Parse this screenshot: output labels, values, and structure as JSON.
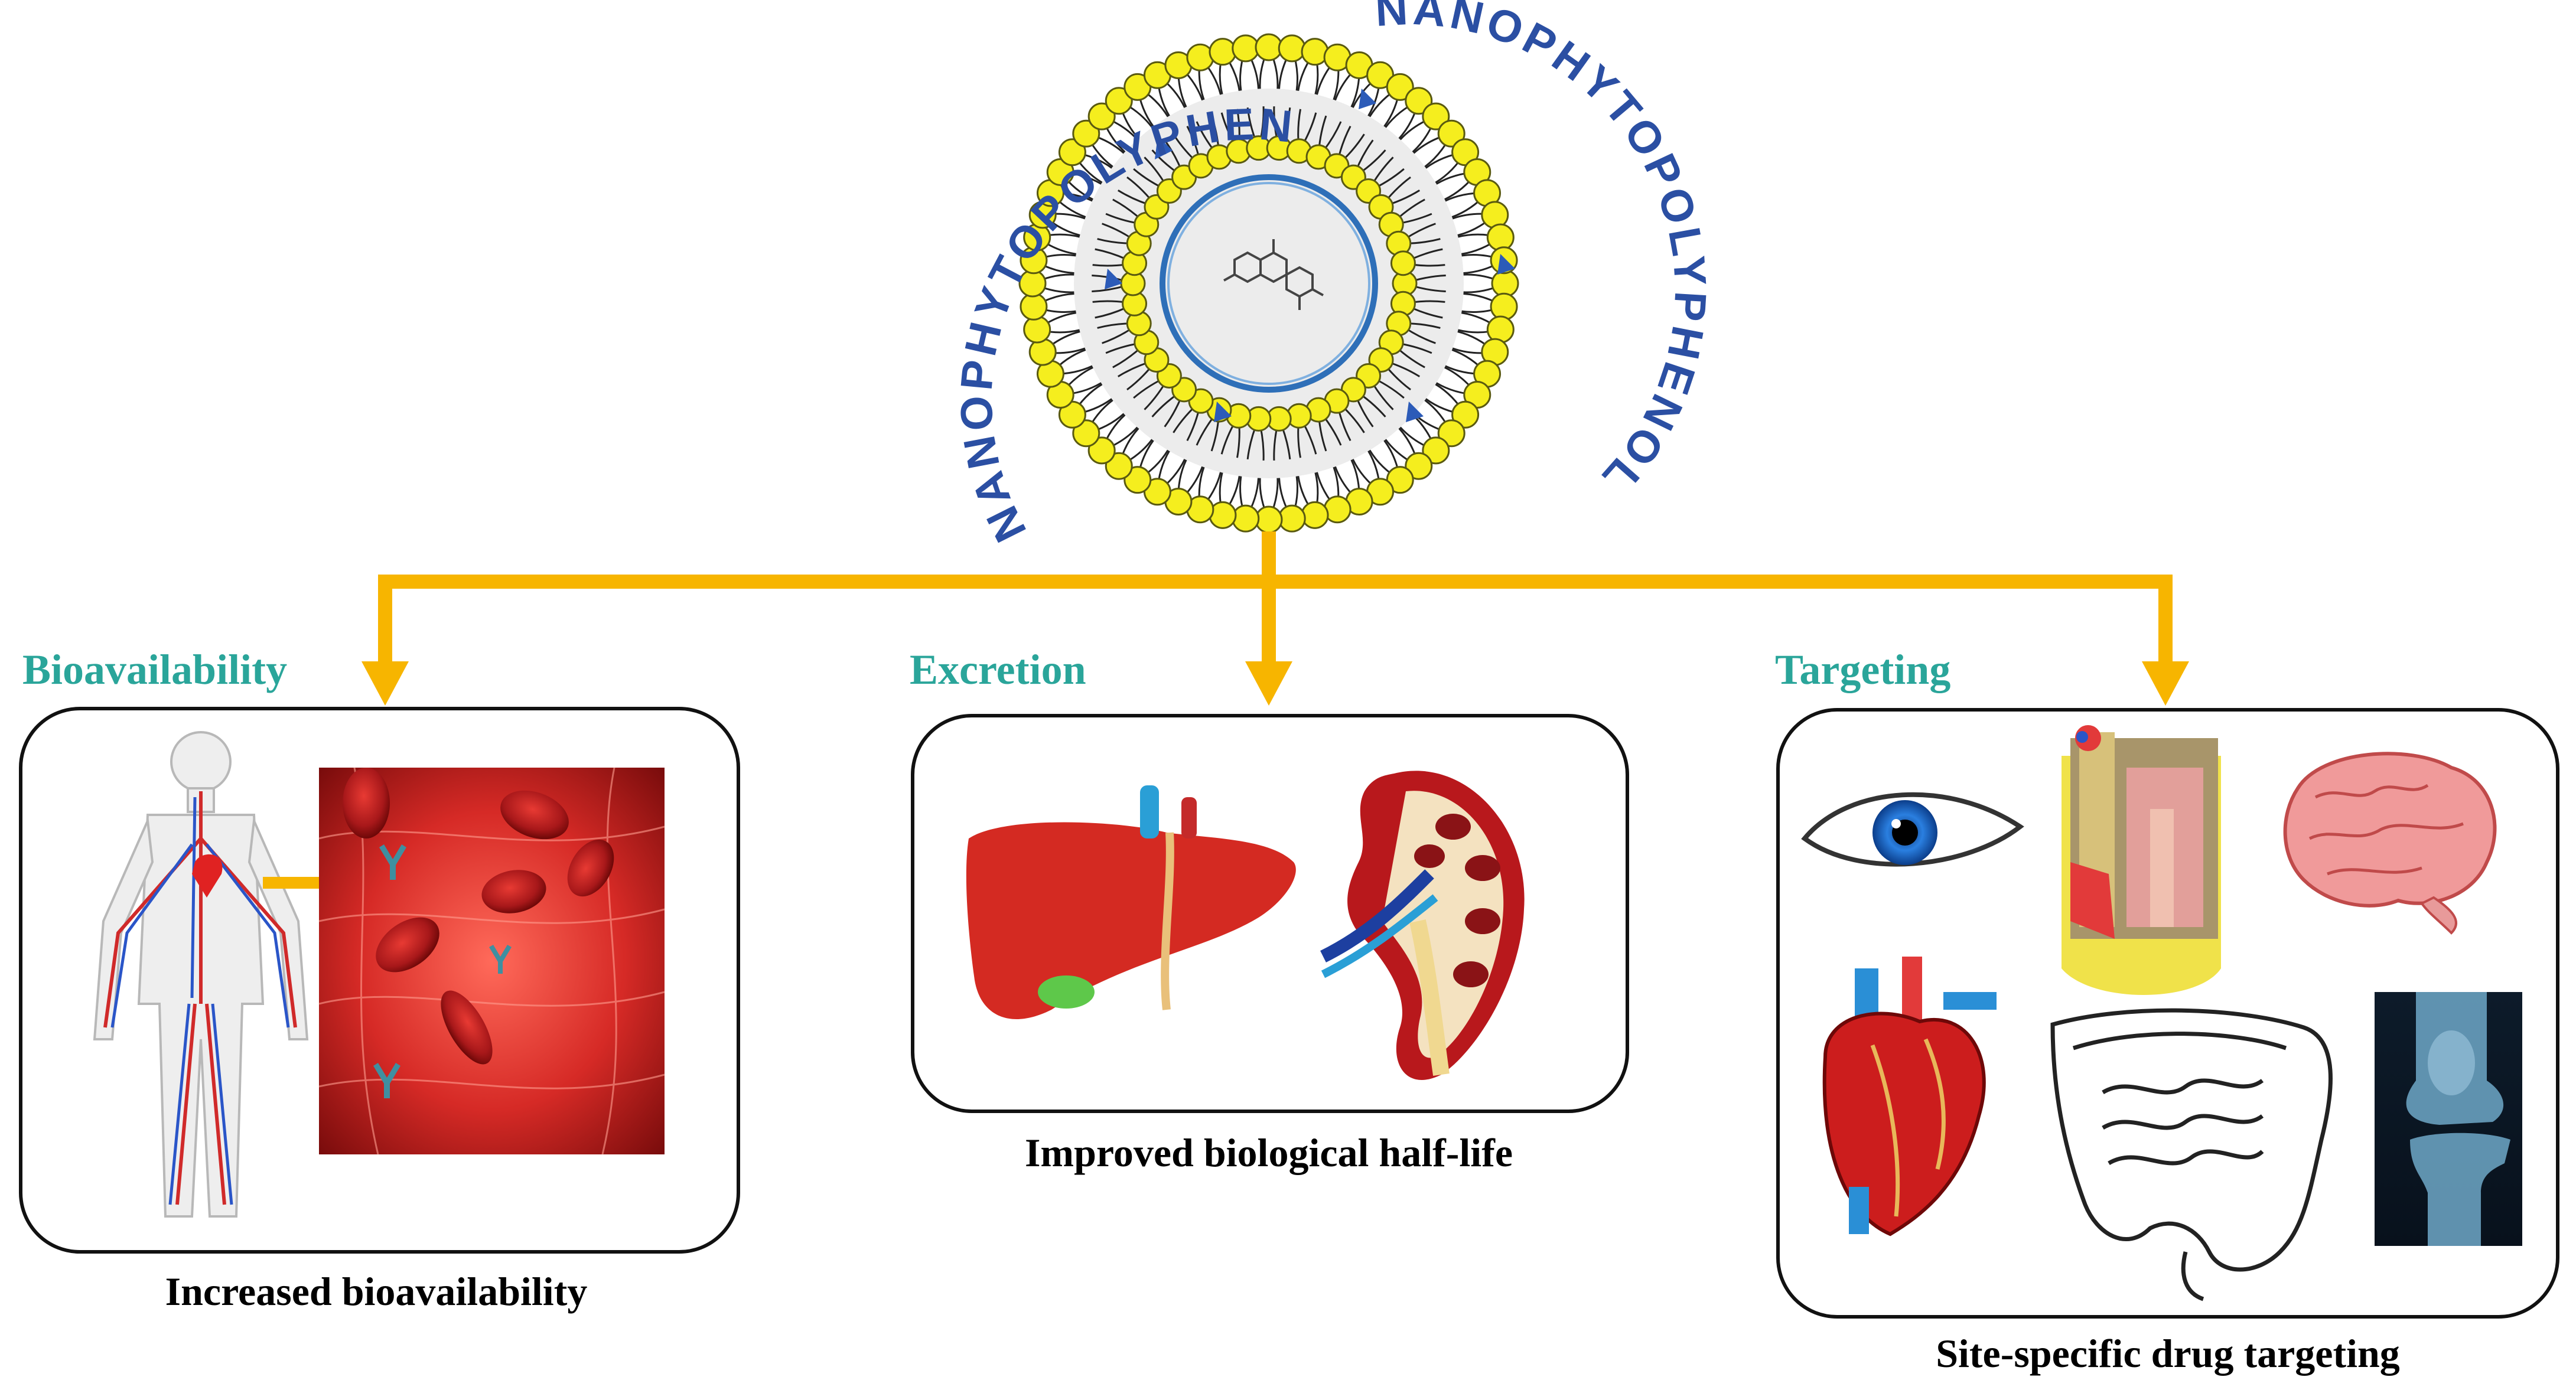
{
  "liposome": {
    "ring_label": "NANOPHYTOPOLYPHENOL",
    "ring_text_color": "#2b4fa3",
    "head_color": "#f5ee1e",
    "head_stroke": "#5a5a10",
    "tail_color": "#222222"
  },
  "connector_color": "#f7b500",
  "category_color": "#2aa59a",
  "branches": [
    {
      "category": "Bioavailability",
      "caption": "Increased bioavailability",
      "panels": [
        "human-circulatory-system-illustration",
        "blood-vessel-with-red-cells-illustration"
      ]
    },
    {
      "category": "Excretion",
      "caption": "Improved biological half-life",
      "panels": [
        "liver-illustration",
        "kidney-illustration"
      ]
    },
    {
      "category": "Targeting",
      "caption": "Site-specific drug targeting",
      "panels": [
        "eye-illustration",
        "bone-tissue-illustration",
        "brain-illustration",
        "heart-illustration",
        "intestine-illustration",
        "knee-xray-illustration"
      ]
    }
  ]
}
